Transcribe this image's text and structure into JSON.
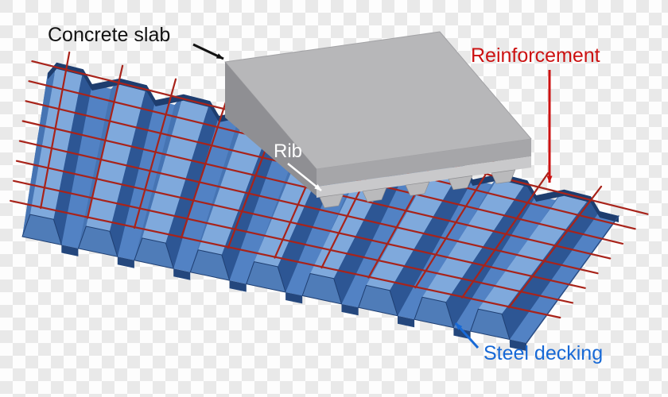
{
  "figure": {
    "type": "diagram",
    "subject": "Composite concrete slab on profiled steel decking with reinforcement mesh"
  },
  "background": {
    "style": "transparency-checkerboard",
    "light": "#fdfdfd",
    "dark": "#e9e9e9"
  },
  "labels": {
    "concrete_slab": {
      "text": "Concrete slab",
      "color": "#111111"
    },
    "reinforcement": {
      "text": "Reinforcement",
      "color": "#cc1111"
    },
    "rib": {
      "text": "Rib",
      "color": "#ffffff"
    },
    "steel_decking": {
      "text": "Steel decking",
      "color": "#1769d6"
    }
  },
  "components": {
    "steel_decking": {
      "rib_count": 9,
      "color_top": "#7fa9dc",
      "color_valley": "#5282c4",
      "color_web_light": "#4674b3",
      "color_web_dark": "#2d5694",
      "color_section": "#4f7cb8",
      "color_edge": "#24477d",
      "color_back_edge": "#1e3d6e"
    },
    "reinforcement_mesh": {
      "color": "#a8231a",
      "bars_along_ribs": 11,
      "bars_across_ribs": 8
    },
    "concrete_slab": {
      "color_top": "#b7b7b9",
      "color_side_left": "#8f8f93",
      "color_side_front": "#a6a6a9",
      "color_cut_band": "#c9c9cb",
      "color_rib": "#bababc",
      "visible_rib_count": 5
    }
  }
}
